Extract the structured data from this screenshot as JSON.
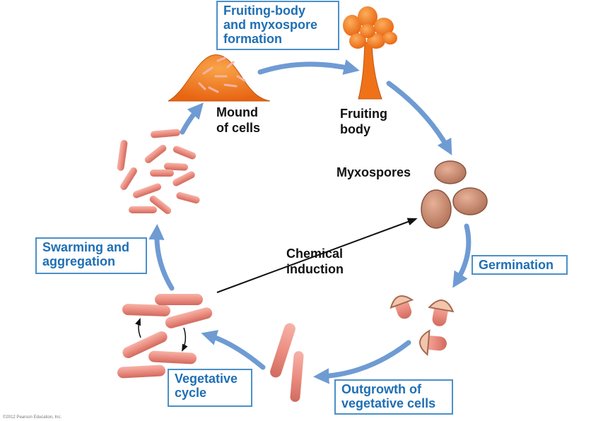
{
  "boxes": {
    "fruiting": "Fruiting-body\nand myxospore\nformation",
    "germination": "Germination",
    "outgrowth": "Outgrowth of\nvegetative cells",
    "vegetative": "Vegetative\ncycle",
    "swarming": "Swarming and\naggregation"
  },
  "labels": {
    "mound": "Mound\nof cells",
    "fruiting_body": "Fruiting\nbody",
    "myxospores": "Myxospores",
    "chemical": "Chemical\ninduction"
  },
  "copyright": "©2012 Pearson Education, Inc.",
  "colors": {
    "arrow": "#6f9bd3",
    "box_border": "#4a90c8",
    "box_text": "#1f6fb3",
    "cell": "#ec8e82",
    "mound": "#f07d22",
    "spore": "#c98a6c"
  }
}
